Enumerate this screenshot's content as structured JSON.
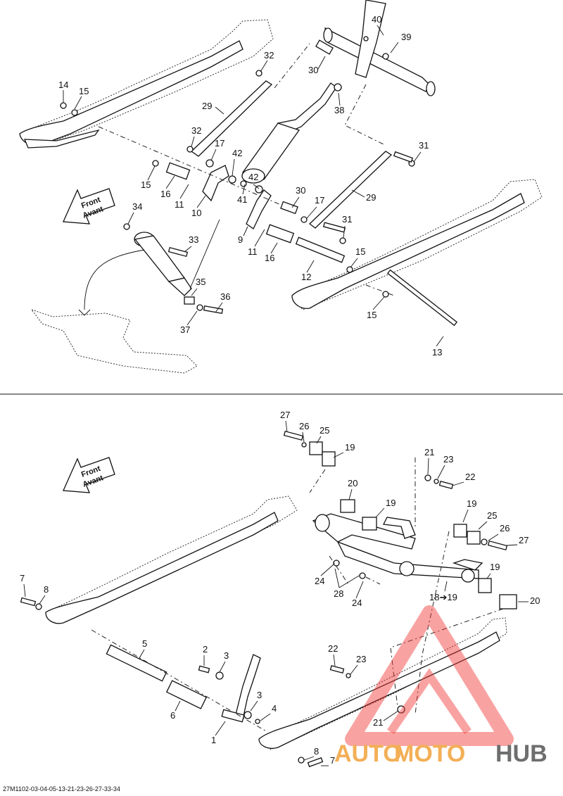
{
  "diagram_ref": "27M1102-03-04-05-13-21-23-26-27-33-34",
  "direction_label": {
    "line1": "Front",
    "line2": "Avant"
  },
  "watermark": {
    "part1": "AUTO",
    "part2": "MOTO",
    "part3": "HUB"
  },
  "colors": {
    "watermark_red": "#ee3a36",
    "watermark_orange": "#f2a23a",
    "watermark_gray": "#555555",
    "line": "#111111"
  },
  "callouts": {
    "c40": "40",
    "c39": "39",
    "c32a": "32",
    "c30a": "30",
    "c14": "14",
    "c15a": "15",
    "c38": "38",
    "c29a": "29",
    "c32b": "32",
    "c17a": "17",
    "c42a": "42",
    "c31a": "31",
    "c15b": "15",
    "c16a": "16",
    "c11a": "11",
    "c10": "10",
    "c41": "41",
    "c42b": "42",
    "c30b": "30",
    "c17b": "17",
    "c29b": "29",
    "c34": "34",
    "c31b": "31",
    "c33": "33",
    "c9": "9",
    "c11b": "11",
    "c16b": "16",
    "c15c": "15",
    "c12": "12",
    "c35": "35",
    "c36": "36",
    "c37": "37",
    "c15d": "15",
    "c13": "13",
    "c27a": "27",
    "c26a": "26",
    "c25a": "25",
    "c19a": "19",
    "c21a": "21",
    "c23a": "23",
    "c22a": "22",
    "c20a": "20",
    "c19b": "19",
    "c19c": "19",
    "c25b": "25",
    "c26b": "26",
    "c27b": "27",
    "c19d": "19",
    "c24a": "24",
    "c28": "28",
    "c24b": "24",
    "c7a": "7",
    "c8a": "8",
    "c18": "18➔19",
    "c20b": "20",
    "c5": "5",
    "c22b": "22",
    "c2": "2",
    "c3a": "3",
    "c23b": "23",
    "c3b": "3",
    "c4": "4",
    "c6": "6",
    "c21b": "21",
    "c1": "1",
    "c8b": "8",
    "c7b": "7"
  }
}
